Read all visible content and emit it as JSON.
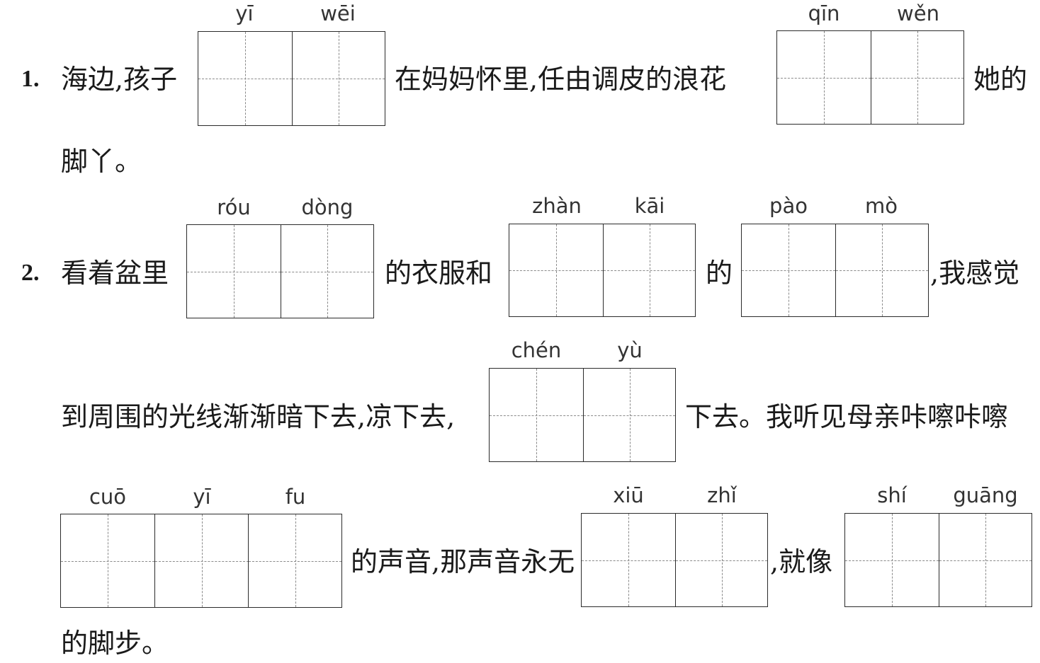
{
  "q1": {
    "number": "1.",
    "t1": "海边,孩子",
    "box1": [
      "yī",
      "wēi"
    ],
    "t2": "在妈妈怀里,任由调皮的浪花",
    "box2": [
      "qīn",
      "wěn"
    ],
    "t3": "她的",
    "t4": "脚丫。"
  },
  "q2": {
    "number": "2.",
    "t1": "看着盆里",
    "box1": [
      "róu",
      "dòng"
    ],
    "t2": "的衣服和",
    "box2": [
      "zhàn",
      "kāi"
    ],
    "t3": "的",
    "box3": [
      "pào",
      "mò"
    ],
    "t4": ",我感觉",
    "t5": "到周围的光线渐渐暗下去,凉下去,",
    "box4": [
      "chén",
      "yù"
    ],
    "t6": "下去。我听见母亲咔嚓咔嚓",
    "box5": [
      "cuō",
      "yī",
      "fu"
    ],
    "t7": "的声音,那声音永无",
    "box6": [
      "xiū",
      "zhǐ"
    ],
    "t8": ",就像",
    "box7": [
      "shí",
      "guāng"
    ],
    "t9": "的脚步。"
  }
}
